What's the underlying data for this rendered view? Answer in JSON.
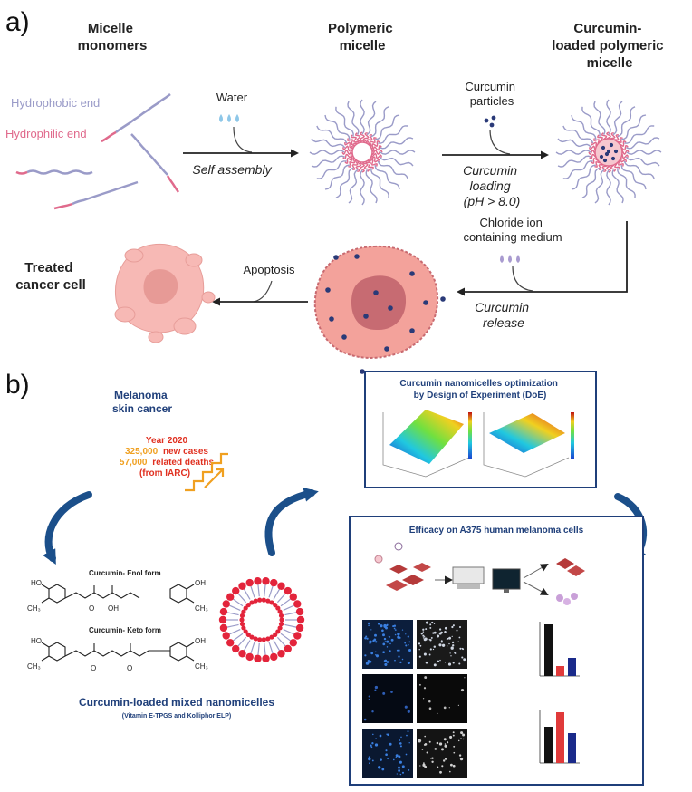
{
  "panel_a": {
    "label": "a)",
    "monomers_title": [
      "Micelle",
      "monomers"
    ],
    "polymeric_title": [
      "Polymeric",
      "micelle"
    ],
    "loaded_title": [
      "Curcumin-",
      "loaded polymeric",
      "micelle"
    ],
    "hydrophobic_label": "Hydrophobic end",
    "hydrophilic_label": "Hydrophilic end",
    "water_label": "Water",
    "self_assembly_label": "Self assembly",
    "curcumin_particles_label": [
      "Curcumin",
      "particles"
    ],
    "curcumin_loading_label": [
      "Curcumin",
      "loading",
      "(pH > 8.0)"
    ],
    "chloride_label": [
      "Chloride ion",
      "containing medium"
    ],
    "curcumin_release_label": [
      "Curcumin",
      "release"
    ],
    "apoptosis_label": "Apoptosis",
    "treated_cell_label": [
      "Treated",
      "cancer cell"
    ]
  },
  "panel_b": {
    "label": "b)",
    "melanoma_title": [
      "Melanoma",
      "skin cancer"
    ],
    "year_label": "Year 2020",
    "new_cases_number": "325,000",
    "new_cases_text": "new cases",
    "deaths_number": "57,000",
    "deaths_text": "related deaths",
    "source_label": "(from IARC)",
    "enol_label": "Curcumin- Enol form",
    "keto_label": "Curcumin- Keto form",
    "nanomicelles_title": "Curcumin-loaded mixed nanomicelles",
    "nanomicelles_subtitle": "(Vitamin E-TPGS and Kolliphor ELP)",
    "doe_title": [
      "Curcumin nanomicelles optimization",
      "by Design of Experiment (DoE)"
    ],
    "efficacy_title": "Efficacy on A375 human melanoma cells"
  },
  "colors": {
    "blue_heading": "#1f3f7a",
    "hydrophobic": "#9a9bc8",
    "hydrophilic": "#e06a8c",
    "micelle_pink": "#e89aa8",
    "micelle_core": "#f6c7cf",
    "dark_dot": "#2a3a78",
    "cell_salmon": "#f3a29b",
    "treated_cell": "#f7b9b5",
    "arrow_blue": "#1b4f8a",
    "orange": "#f0a020",
    "red": "#e03020"
  }
}
